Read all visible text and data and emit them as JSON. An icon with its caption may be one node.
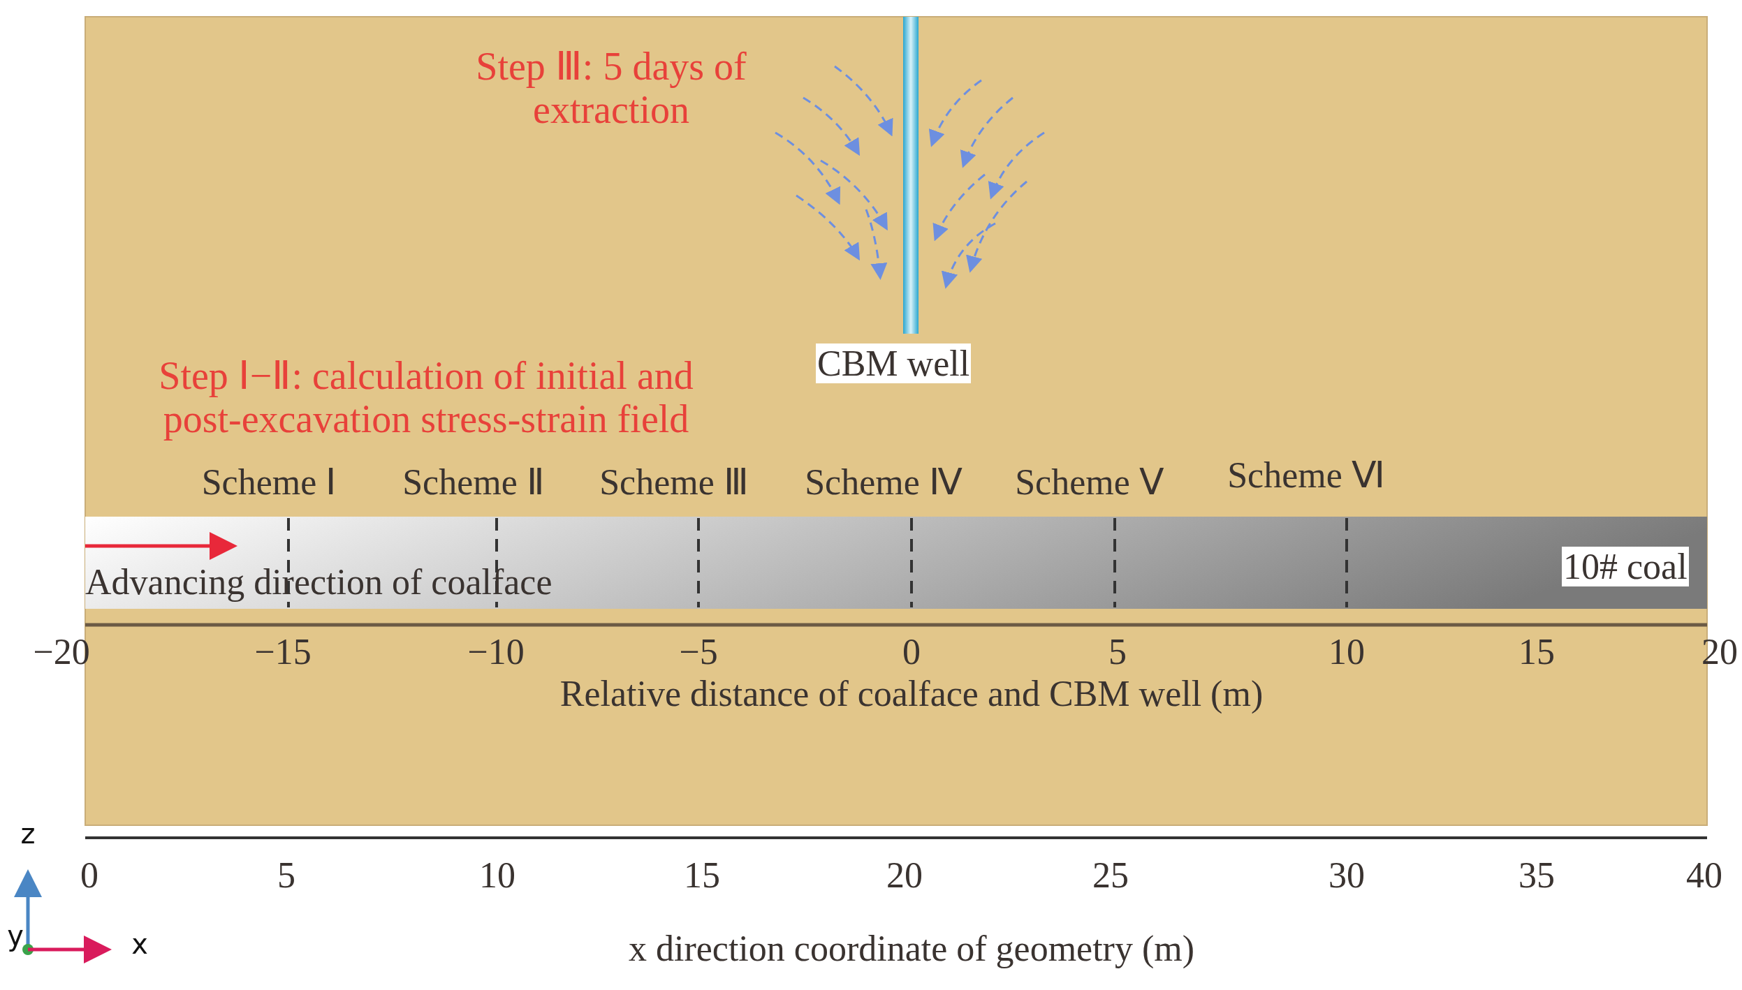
{
  "diagram": {
    "labels": [
      "Step Ⅲ: 5 days of extraction",
      "CBM well",
      "Step Ⅰ−Ⅱ: calculation of initial and post-excavation stress-strain field",
      "Scheme Ⅰ",
      "Scheme Ⅱ",
      "Scheme Ⅲ",
      "Scheme Ⅳ",
      "Scheme Ⅴ",
      "Scheme Ⅵ",
      "Advancing direction of coalface",
      "10# coal",
      "−20",
      "−15",
      "−10",
      "−5",
      "0",
      "5",
      "10",
      "15",
      "20",
      "Relative distance of coalface and CBM well (m)",
      "z",
      "y",
      "x",
      "0",
      "5",
      "10",
      "15",
      "20",
      "25",
      "30",
      "35",
      "40",
      "x direction coordinate of geometry (m)"
    ]
  }
}
